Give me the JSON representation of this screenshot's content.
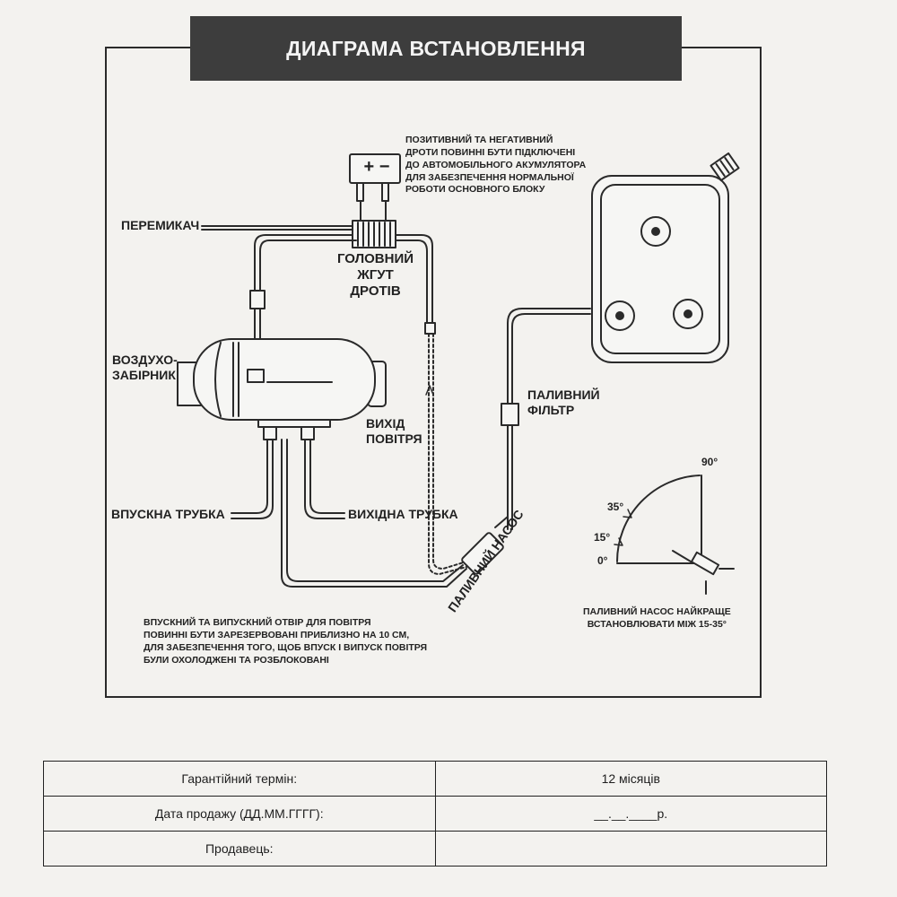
{
  "header": {
    "title": "ДИАГРАМА ВСТАНОВЛЕННЯ"
  },
  "labels": {
    "switch": "ПЕРЕМИКАЧ",
    "main_harness": "ГОЛОВНИЙ\nЖГУТ\nДРОТІВ",
    "air_intake": "ВОЗДУХО-\nЗАБІРНИК",
    "air_outlet": "ВИХІД\nПОВІТРЯ",
    "intake_pipe": "ВПУСКНА ТРУБКА",
    "exhaust_pipe": "ВИХІДНА ТРУБКА",
    "fuel_filter": "ПАЛИВНИЙ\nФІЛЬТР",
    "fuel_pump": "ПАЛИВНИЙ НАСОС",
    "battery_symbol": "+ −"
  },
  "notes": {
    "battery": "ПОЗИТИВНИЙ ТА НЕГАТИВНИЙ\nДРОТИ ПОВИННІ БУТИ ПІДКЛЮЧЕНІ\nДО АВТОМОБІЛЬНОГО АКУМУЛЯТОРА\nДЛЯ ЗАБЕЗПЕЧЕННЯ НОРМАЛЬНОЇ\nРОБОТИ ОСНОВНОГО БЛОКУ",
    "air_holes": "ВПУСКНИЙ ТА ВИПУСКНИЙ ОТВІР ДЛЯ ПОВІТРЯ\nПОВИННІ БУТИ ЗАРЕЗЕРВОВАНІ ПРИБЛИЗНО НА 10 СМ,\nДЛЯ ЗАБЕЗПЕЧЕННЯ ТОГО, ЩОБ ВПУСК І ВИПУСК ПОВІТРЯ\nБУЛИ ОХОЛОДЖЕНІ ТА РОЗБЛОКОВАНІ",
    "pump_angle": "ПАЛИВНИЙ НАСОС НАЙКРАЩЕ\nВСТАНОВЛЮВАТИ МІЖ 15-35°"
  },
  "angles": {
    "a90": "90°",
    "a35": "35°",
    "a15": "15°",
    "a0": "0°"
  },
  "warranty": [
    {
      "key": "Гарантійний термін:",
      "value": "12 місяців"
    },
    {
      "key": "Дата продажу (ДД.ММ.ГГГГ):",
      "value": "__.__.____р."
    },
    {
      "key": "Продавець:",
      "value": ""
    }
  ]
}
